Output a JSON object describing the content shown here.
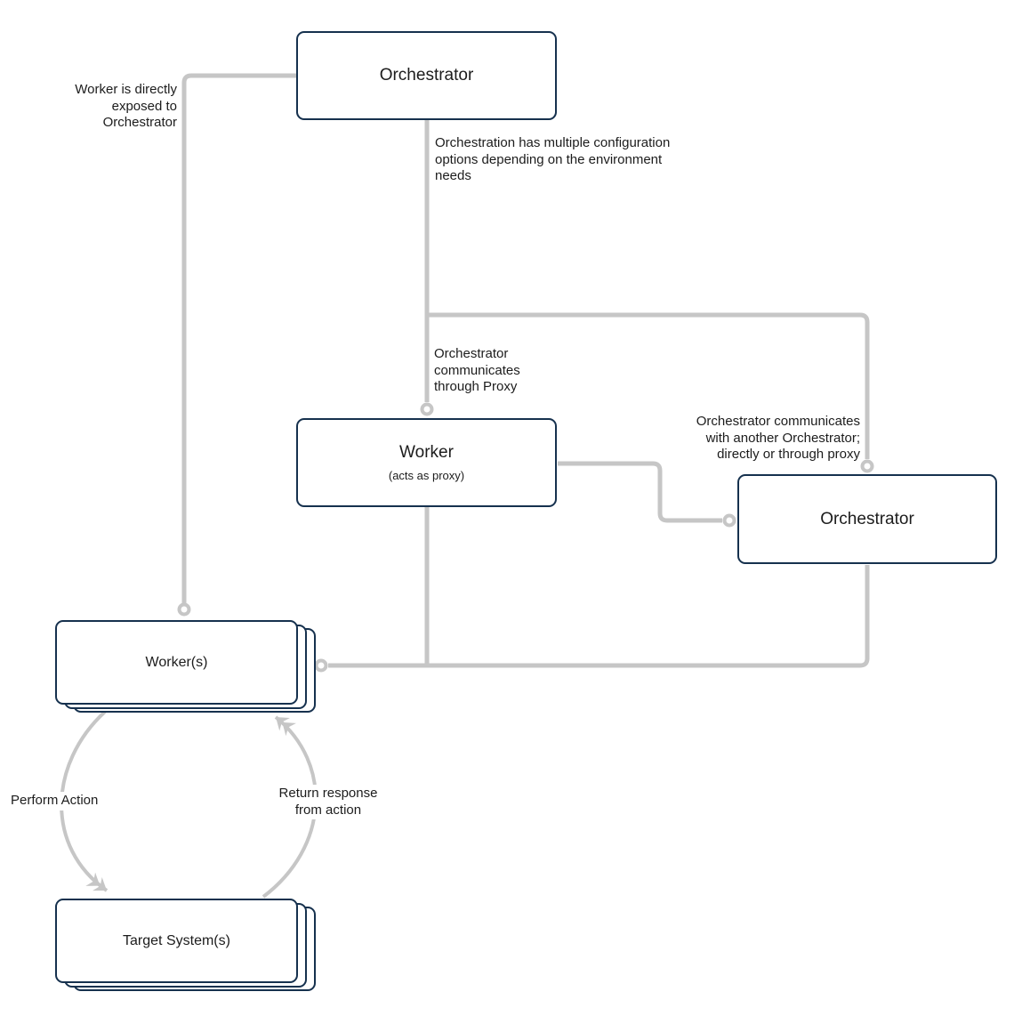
{
  "nodes": {
    "orchestrator_top": {
      "label": "Orchestrator"
    },
    "worker_proxy": {
      "label": "Worker",
      "sublabel": "(acts as proxy)"
    },
    "orchestrator_right": {
      "label": "Orchestrator"
    },
    "workers": {
      "label": "Worker(s)"
    },
    "target_systems": {
      "label": "Target System(s)"
    }
  },
  "annotations": {
    "worker_exposed": "Worker is directly\nexposed to\nOrchestrator",
    "config_options": "Orchestration has multiple configuration\noptions depending on the environment\nneeds",
    "through_proxy": "Orchestrator\ncommunicates\nthrough Proxy",
    "orch_to_orch": "Orchestrator communicates\nwith another Orchestrator;\ndirectly or through proxy",
    "perform_action": "Perform Action",
    "return_response": "Return response\nfrom action"
  },
  "colors": {
    "node_border": "#16314e",
    "connector": "#c6c6c6",
    "text": "#1c1c1c",
    "background": "#ffffff"
  }
}
